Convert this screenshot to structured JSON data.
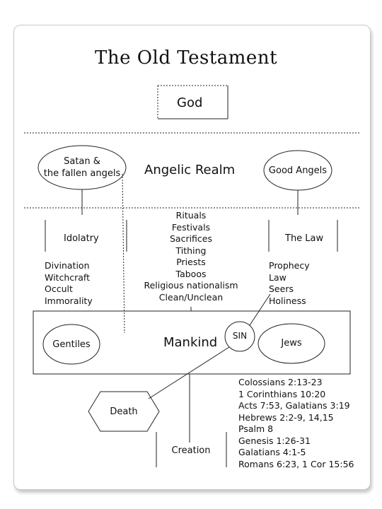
{
  "title": "The Old Testament",
  "nodes": {
    "god": "God",
    "satan_line1": "Satan &",
    "satan_line2": "the fallen angels",
    "angelic_realm": "Angelic Realm",
    "good_angels": "Good Angels",
    "idolatry": "Idolatry",
    "the_law": "The Law",
    "gentiles": "Gentiles",
    "mankind": "Mankind",
    "sin": "SIN",
    "jews": "Jews",
    "death": "Death",
    "creation": "Creation"
  },
  "lists": {
    "idolatry_practices": [
      "Divination",
      "Witchcraft",
      "Occult",
      "Immorality"
    ],
    "religion": [
      "Rituals",
      "Festivals",
      "Sacrifices",
      "Tithing",
      "Priests",
      "Taboos",
      "Religious nationalism",
      "Clean/Unclean"
    ],
    "law_outcomes": [
      "Prophecy",
      "Law",
      "Seers",
      "Holiness"
    ]
  },
  "references": [
    "Colossians 2:13-23",
    "1 Corinthians 10:20",
    "Acts 7:53, Galatians 3:19",
    "Hebrews 2:2-9, 14,15",
    "Psalm 8",
    "Genesis 1:26-31",
    "Galatians 4:1-5",
    "Romans 6:23, 1 Cor 15:56"
  ]
}
